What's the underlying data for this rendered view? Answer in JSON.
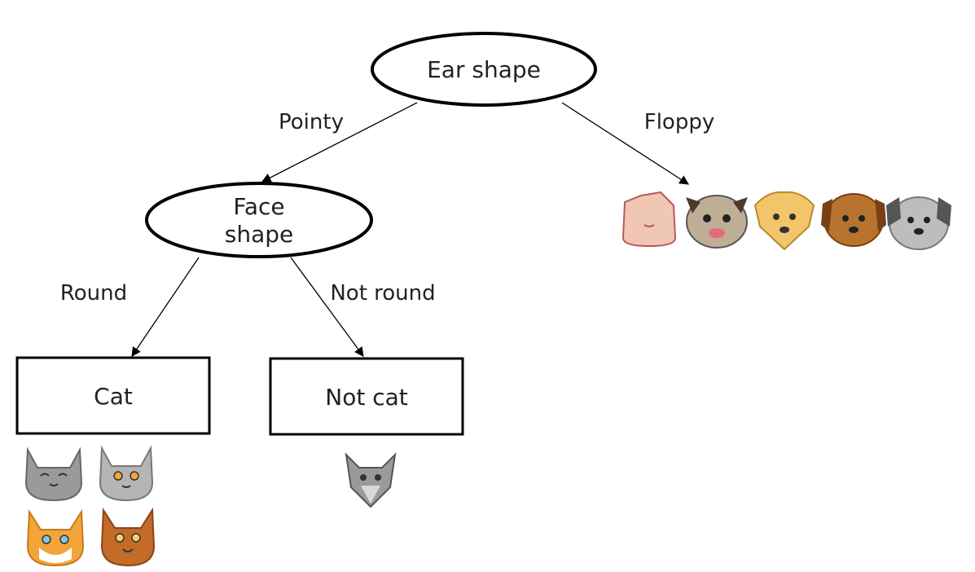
{
  "tree": {
    "root": {
      "label": "Ear shape"
    },
    "face_node": {
      "label_line1": "Face",
      "label_line2": "shape"
    },
    "leaf_cat": {
      "label": "Cat"
    },
    "leaf_not_cat": {
      "label": "Not cat"
    },
    "edges": {
      "pointy": "Pointy",
      "floppy": "Floppy",
      "round": "Round",
      "not_round": "Not round"
    }
  },
  "colors": {
    "stroke": "#000000",
    "cat_gray": "#9a9a9a",
    "cat_orange": "#f3a53b",
    "cat_brown": "#c46b2a",
    "dog_tan": "#f2c56b",
    "dog_brown": "#b8742e",
    "dog_gray": "#bdbdbd",
    "dog_pink": "#f0c7b4"
  }
}
